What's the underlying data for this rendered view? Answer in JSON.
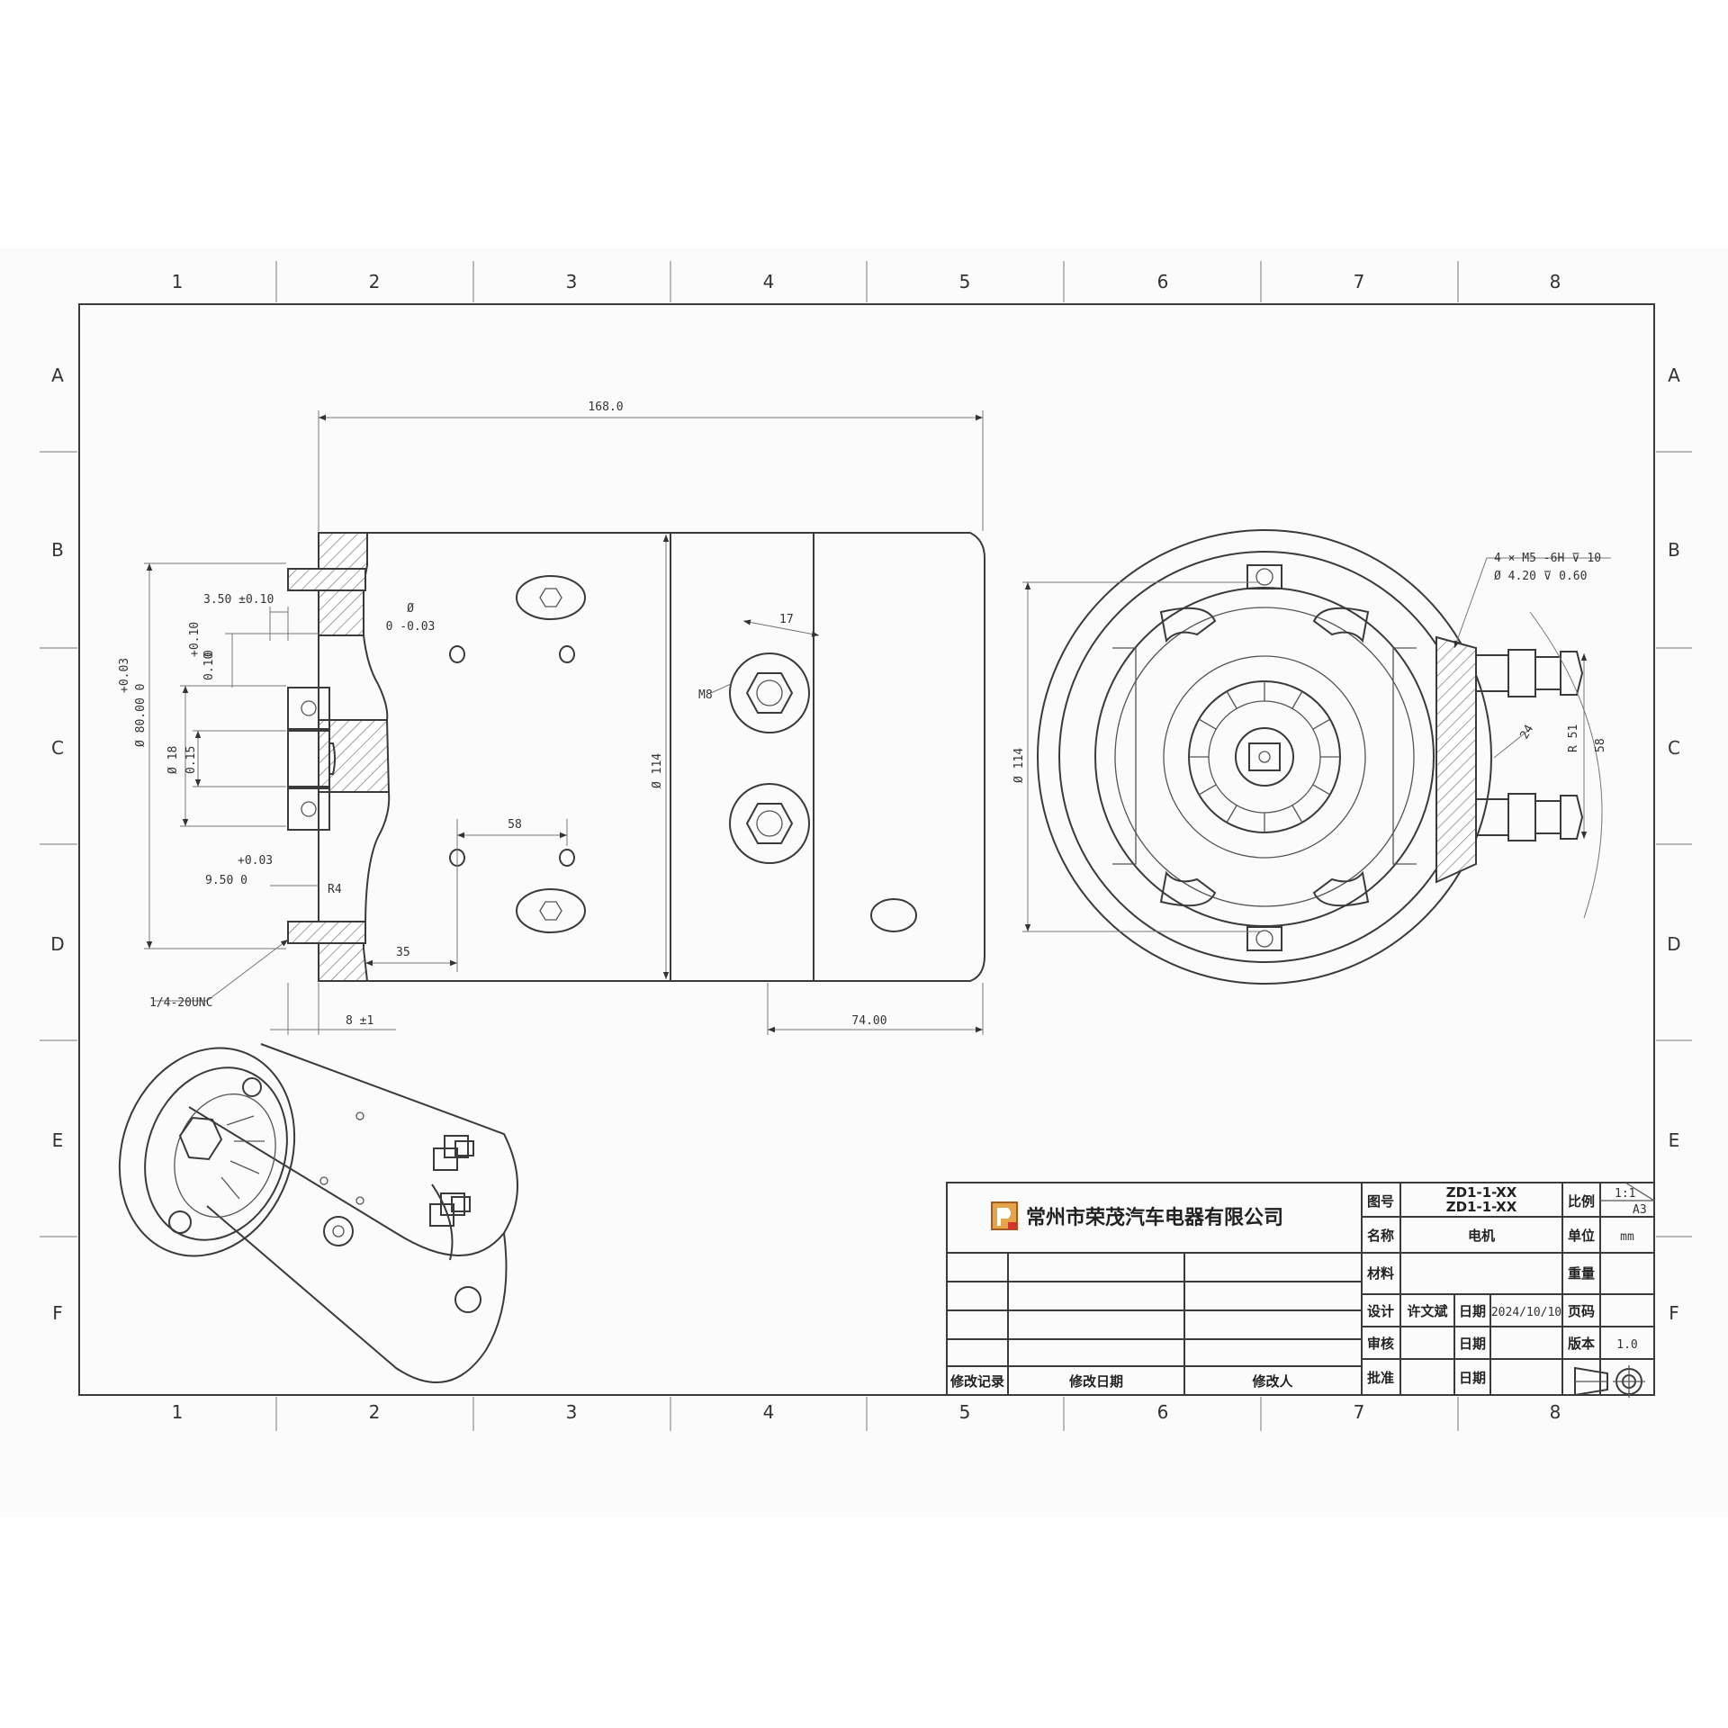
{
  "grid": {
    "columns": [
      "1",
      "2",
      "3",
      "4",
      "5",
      "6",
      "7",
      "8"
    ],
    "rows": [
      "A",
      "B",
      "C",
      "D",
      "E",
      "F"
    ]
  },
  "dims": {
    "overall_length": "168.0",
    "shaft_step": "3.50 ±0.10",
    "bore_tol_a": "+0.10",
    "bore_tol_b": "0",
    "bore_tol_c": "0.10",
    "flange_d": "Ø",
    "flange_tol": "0 -0.03",
    "pilot_dia_a": "+0.03",
    "pilot_dia_b": "Ø 80.00 0",
    "shaft_dia_a": "Ø 18",
    "shaft_dia_b": "0.15",
    "body_dia": "Ø 114",
    "hole_spacing": "58",
    "key_tol": "+0.03",
    "key_width": "9.50 0",
    "key_label": "R4",
    "offset_35": "35",
    "thread": "1/4-20UNC",
    "flange_thk": "8 ±1",
    "cap_length": "74.00",
    "term_spacing": "17",
    "term_label": "M8",
    "end_dia": "Ø 114",
    "bolt_note_1": "4 × M5 -6H ⊽ 10",
    "bolt_note_2": "Ø 4.20 ⊽ 0.60",
    "term_angle": "24",
    "term_r": "R 51",
    "term_pitch": "58"
  },
  "title_block": {
    "company": "常州市荣茂汽车电器有限公司",
    "drawing_no_label": "图号",
    "drawing_no": "ZD1-1-XX",
    "name_label": "名称",
    "name_value": "电机",
    "material_label": "材料",
    "weight_label": "重量",
    "designer_label": "设计",
    "designer_name": "许文斌",
    "date_label": "日期",
    "design_date": "2024/10/10",
    "reviewer_label": "审核",
    "approver_label": "批准",
    "scale_label": "比例",
    "scale": "1:1",
    "sheet_size": "A3",
    "unit_label": "单位",
    "unit": "mm",
    "page_label": "页码",
    "version_label": "版本",
    "version": "1.0",
    "rev_col_1": "修改记录",
    "rev_col_2": "修改日期",
    "rev_col_3": "修改人"
  },
  "icons": {
    "logo": "company-logo",
    "projection": "first-angle-projection-icon"
  }
}
